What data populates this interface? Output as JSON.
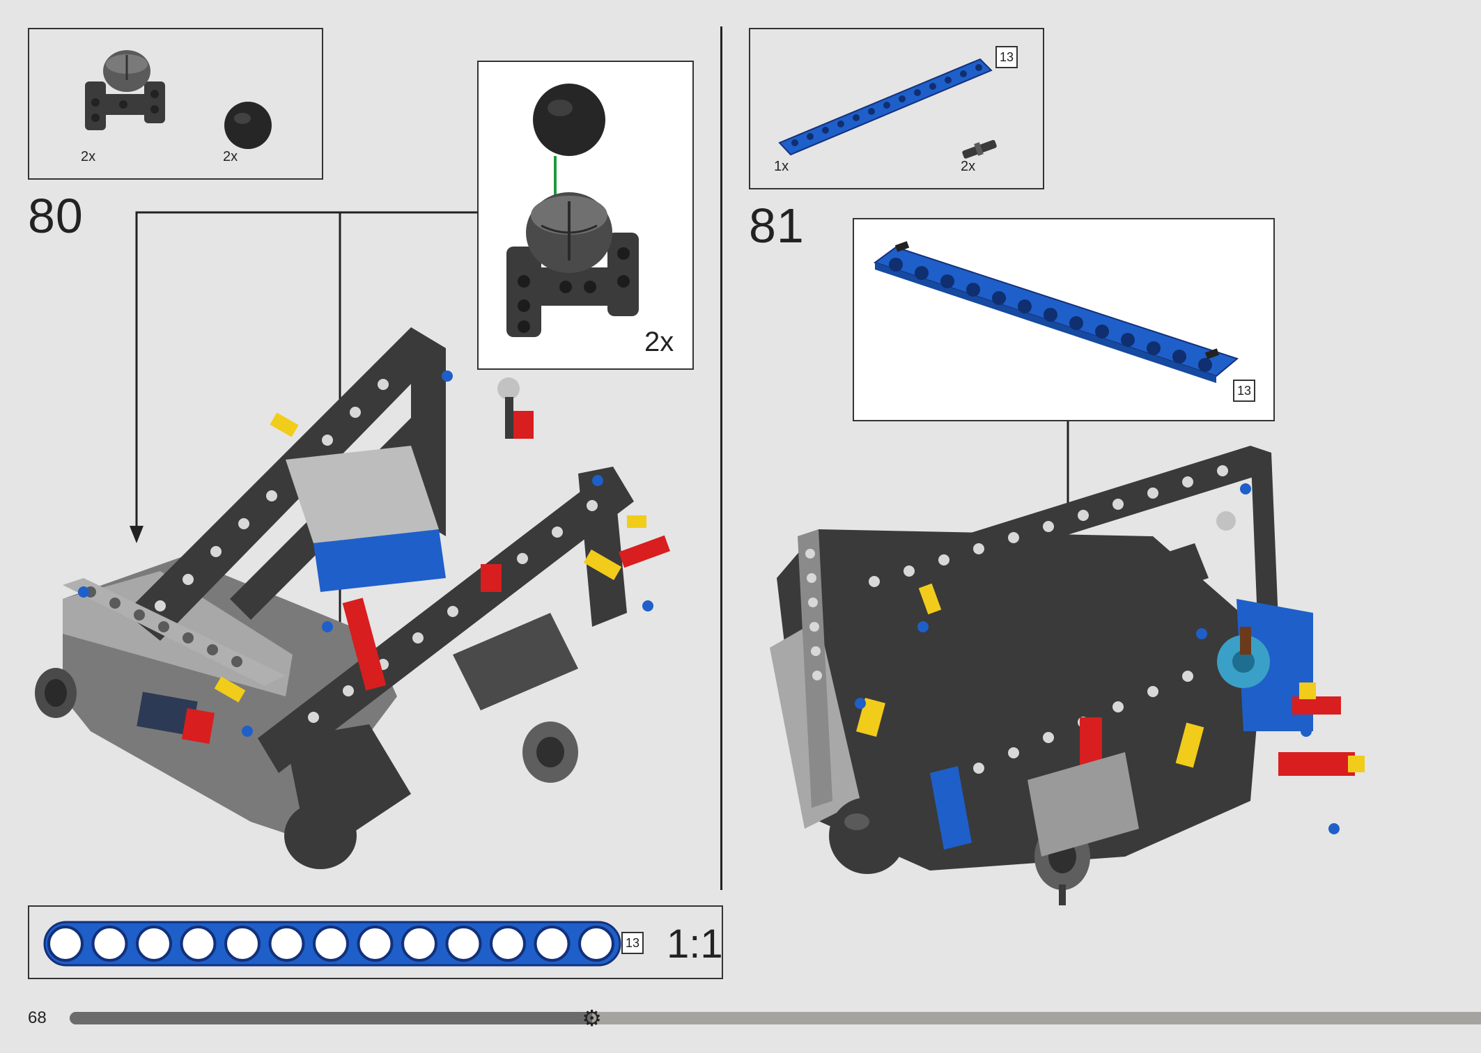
{
  "page": {
    "number": "68",
    "colors": {
      "background": "#e5e5e5",
      "beam_blue": "#1f5fc9",
      "dark_gray": "#3a3a3a",
      "light_gray": "#a8a8a8",
      "red": "#d81e1e",
      "yellow": "#f2cc1a",
      "arrow_green": "#1c9a3c"
    }
  },
  "step80": {
    "number": "80",
    "parts_list": [
      {
        "quantity": "2x",
        "icon": "ball-socket-frame-icon"
      },
      {
        "quantity": "2x",
        "icon": "ball-joint-icon"
      }
    ],
    "callout_quantity": "2x"
  },
  "step81": {
    "number": "81",
    "parts_list": [
      {
        "quantity": "1x",
        "icon": "beam-13-icon",
        "size_badge": "13"
      },
      {
        "quantity": "2x",
        "icon": "axle-pin-icon"
      }
    ],
    "callout_badge": "13"
  },
  "scale_box": {
    "badge": "13",
    "ratio": "1:1",
    "hole_count": 13
  },
  "progress": {
    "fraction": 0.37,
    "icon": "gear-icon"
  }
}
